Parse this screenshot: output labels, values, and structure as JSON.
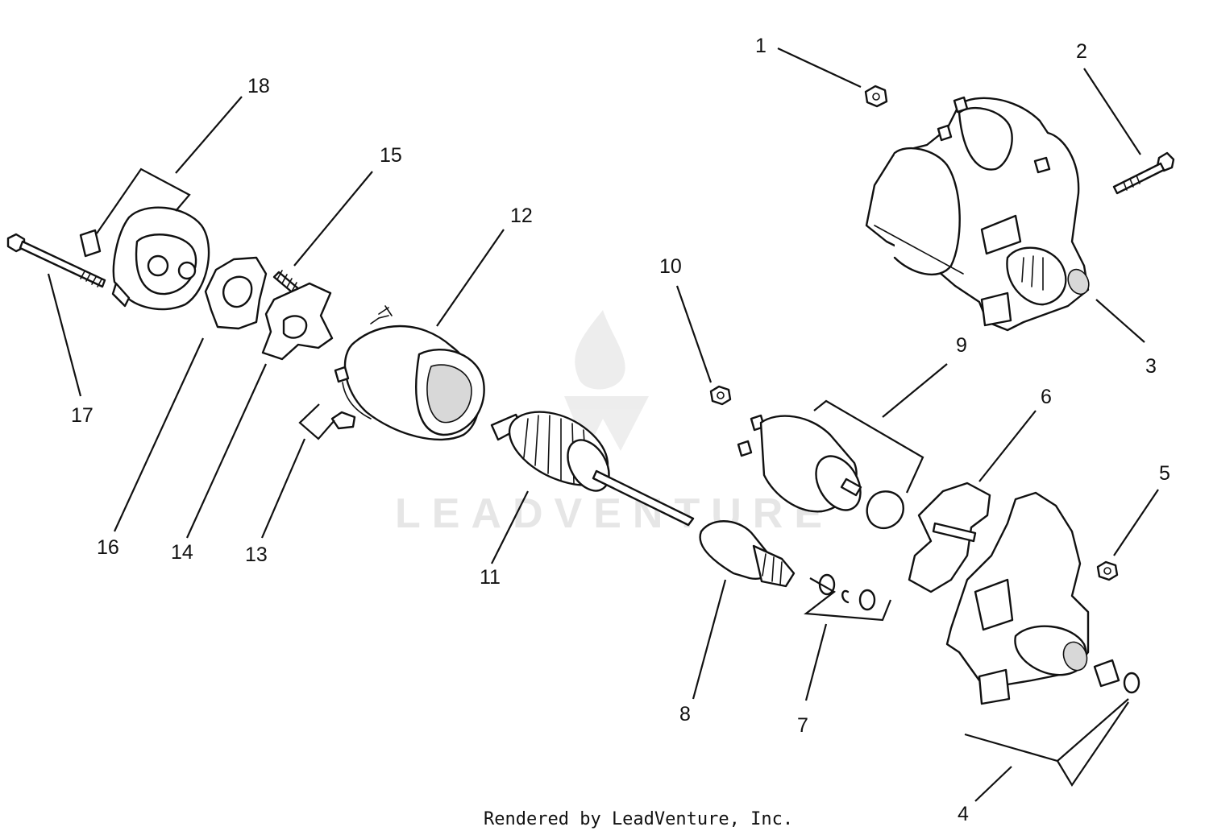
{
  "watermark": {
    "text": "LEADVENTURE"
  },
  "credit": "Rendered by LeadVenture, Inc.",
  "callouts": [
    "1",
    "2",
    "3",
    "4",
    "5",
    "6",
    "7",
    "8",
    "9",
    "10",
    "11",
    "12",
    "13",
    "14",
    "15",
    "16",
    "17",
    "18"
  ]
}
